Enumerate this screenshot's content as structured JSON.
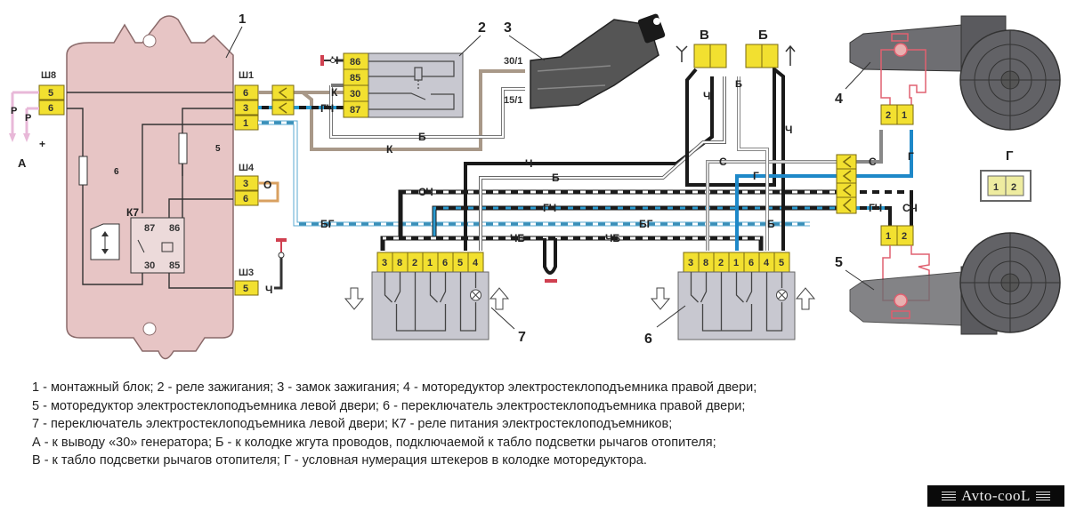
{
  "diagram": {
    "title_numbers": {
      "mounting_block": "1",
      "ignition_relay": "2",
      "ignition_lock": "3",
      "right_motor": "4",
      "left_motor": "5",
      "right_switch": "6",
      "left_switch": "7"
    },
    "mounting_block": {
      "connectors": {
        "sh8": {
          "label": "Ш8",
          "pins": [
            "5",
            "6"
          ]
        },
        "sh1": {
          "label": "Ш1",
          "pins": [
            "6",
            "3",
            "1"
          ]
        },
        "sh4": {
          "label": "Ш4",
          "pins": [
            "3",
            "6"
          ]
        },
        "sh3": {
          "label": "Ш3",
          "pins": [
            "5"
          ]
        }
      },
      "fuse_labels": [
        "6",
        "5"
      ],
      "relay": {
        "label": "К7",
        "pins": [
          "87",
          "86",
          "30",
          "85"
        ]
      }
    },
    "ignition_relay": {
      "pins": [
        "86",
        "85",
        "30",
        "87"
      ]
    },
    "ignition_lock": {
      "terminals": [
        "30/1",
        "15/1"
      ]
    },
    "motor_connector_pins": [
      "2",
      "1"
    ],
    "left_motor_connector_pins": [
      "1",
      "2"
    ],
    "switch_pins": [
      "3",
      "8",
      "2",
      "1",
      "6",
      "5",
      "4"
    ],
    "right_switch_pins": [
      "3",
      "8",
      "2",
      "1",
      "6",
      "4",
      "5"
    ],
    "connectors_top": {
      "v": "В",
      "b": "Б"
    },
    "inset": {
      "label": "Г",
      "pins": [
        "1",
        "2"
      ]
    },
    "point_a": {
      "label": "А",
      "wire_labels": [
        "Р",
        "Р"
      ],
      "sign": "+"
    },
    "wire_colors": {
      "ch": "Ч",
      "k": "К",
      "gch": "ГЧ",
      "b": "Б",
      "o": "О",
      "bg": "БГ",
      "sch": "СЧ",
      "chb": "ЧБ",
      "s": "С",
      "g": "Г"
    },
    "colors": {
      "block_fill": "#e8c8c8",
      "connector_yellow": "#f2e030",
      "switch_gray": "#c8c8d0",
      "wire_black": "#1a1a1a",
      "wire_brown": "#b0a090",
      "wire_blue": "#1e88c8",
      "wire_lightblue": "#8ed0ea",
      "wire_orange": "#d9a060",
      "wire_pink": "#e07080",
      "motor_gray": "#6a6a6e"
    }
  },
  "legend": {
    "lines": [
      "1 - монтажный блок; 2 - реле зажигания; 3 - замок зажигания; 4 - моторедуктор электростеклоподъемника правой двери;",
      "5 - моторедуктор электростеклоподъемника левой двери; 6 - переключатель электростеклоподъемника правой двери;",
      "7 - переключатель электростеклоподъемника левой двери; К7 - реле питания электростеклоподъемников;",
      "А - к выводу «30» генератора; Б - к колодке жгута проводов, подключаемой к табло подсветки рычагов отопителя;",
      "В - к табло подсветки рычагов отопителя; Г - условная нумерация штекеров в колодке моторедуктора."
    ]
  },
  "watermark": "Avto-cooL"
}
